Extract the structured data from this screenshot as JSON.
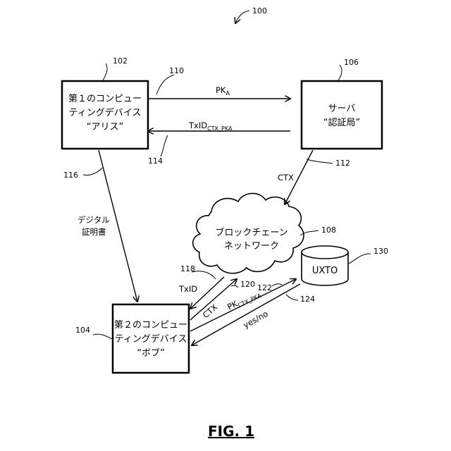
{
  "figure": {
    "number_ref": "100",
    "caption": "FIG. 1"
  },
  "alice": {
    "ref": "102",
    "line1": "第１のコンピュー",
    "line2": "ティングデバイス",
    "line3": "“アリス”"
  },
  "server": {
    "ref": "106",
    "line1": "サーバ",
    "line2": "“認証局”"
  },
  "bob": {
    "ref": "104",
    "line1": "第２のコンピュー",
    "line2": "ティングデバイス",
    "line3": "“ボブ”"
  },
  "blockchain": {
    "ref": "108",
    "line1": "ブロックチェーン",
    "line2": "ネットワーク"
  },
  "utxo": {
    "ref": "130",
    "label": "UXTO"
  },
  "arrows": {
    "pk_a": {
      "ref": "110",
      "main": "PK",
      "sub": "A"
    },
    "txid_ctx_pka": {
      "ref": "114",
      "main": "TxID",
      "sub": "CTX_PKA"
    },
    "ctx_server": {
      "ref": "112",
      "label": "CTX"
    },
    "digital_cert": {
      "ref": "116",
      "line1": "デジタル",
      "line2": "証明書"
    },
    "txid_bob": {
      "ref": "118",
      "label": "TxID"
    },
    "ctx_bob": {
      "ref": "120",
      "label": "CTX"
    },
    "pk_ctx_pka": {
      "ref": "122",
      "main": "PK",
      "sub": "CTX_PKA"
    },
    "yes_no": {
      "ref": "124",
      "label": "yes/no"
    }
  }
}
